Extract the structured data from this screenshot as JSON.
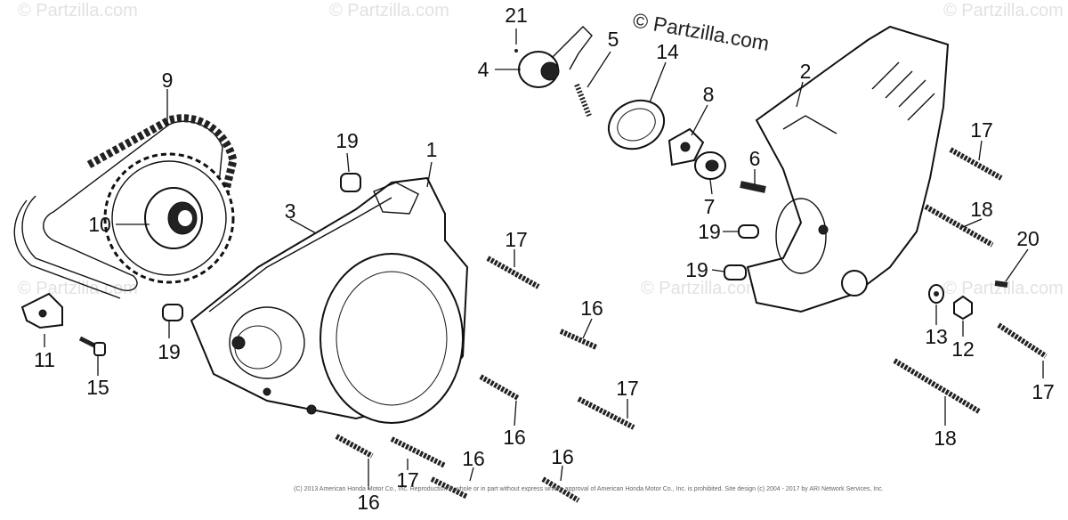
{
  "watermark_text": "© Partzilla.com",
  "brand_text": "© Partzilla.com",
  "footer_text": "(C) 2013 American Honda Motor Co., Inc. Reproduction in whole or in part without express written approval of American Honda Motor Co., Inc. is prohibited. Site design (c) 2004 - 2017 by ARI Network Services, Inc.",
  "callouts": {
    "c21": "21",
    "c4": "4",
    "c5": "5",
    "c14": "14",
    "c8": "8",
    "c2": "2",
    "c9": "9",
    "c10": "10",
    "c19a": "19",
    "c1": "1",
    "c3": "3",
    "c6": "6",
    "c7": "7",
    "c17a": "17",
    "c18a": "18",
    "c19b": "19",
    "c17b": "17",
    "c19c": "19",
    "c20": "20",
    "c11": "11",
    "c19d": "19",
    "c15": "15",
    "c16a": "16",
    "c13": "13",
    "c12": "12",
    "c17c": "17",
    "c16b": "16",
    "c17d": "17",
    "c18b": "18",
    "c16c": "16",
    "c17e": "17",
    "c16d": "16",
    "c16e": "16"
  }
}
